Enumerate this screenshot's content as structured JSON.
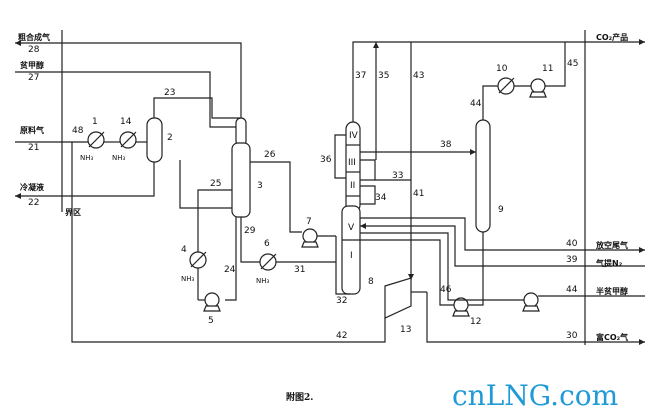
{
  "streams_left": {
    "s28": {
      "label": "粗合成气",
      "num": "28"
    },
    "s27": {
      "label": "贫甲醇",
      "num": "27"
    },
    "s21": {
      "label": "原料气",
      "num": "21"
    },
    "s22": {
      "label": "冷凝液",
      "num": "22"
    },
    "boundary": "界区"
  },
  "streams_right": {
    "co2": {
      "label": "CO₂产品"
    },
    "s40": {
      "label": "放空尾气",
      "num": "40"
    },
    "s39": {
      "label": "气提N₂",
      "num": "39"
    },
    "s44": {
      "label": "半贫甲醇",
      "num": "44"
    },
    "s30": {
      "label": "富CO₂气",
      "num": "30"
    }
  },
  "equipment_numbers": [
    "1",
    "14",
    "2",
    "3",
    "4",
    "5",
    "6",
    "7",
    "8",
    "9",
    "10",
    "11",
    "12",
    "13"
  ],
  "stream_numbers": {
    "n48": "48",
    "n23": "23",
    "n26": "26",
    "n25": "25",
    "n29": "29",
    "n24": "24",
    "n31": "31",
    "n32": "32",
    "n42": "42",
    "n37": "37",
    "n35": "35",
    "n43": "43",
    "n36": "36",
    "n33": "33",
    "n34": "34",
    "n41": "41",
    "n38": "38",
    "n45": "45",
    "n44a": "44",
    "n46": "46"
  },
  "section_labels": {
    "IV": "IV",
    "III": "III",
    "II": "II",
    "V": "V",
    "I": "I"
  },
  "nh3": "NH₃",
  "caption": "附图2.",
  "watermark": "cnLNG.com"
}
